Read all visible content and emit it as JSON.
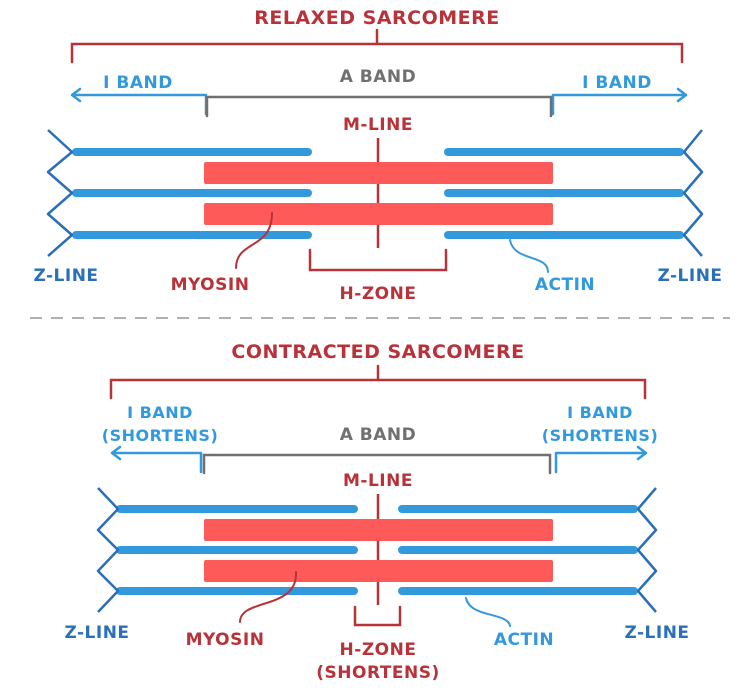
{
  "colors": {
    "title_red": "#b8323a",
    "myosin_red": "#ff5a5a",
    "actin_blue": "#3399dd",
    "zline_blue": "#2a6fb8",
    "a_band_gray": "#707070",
    "divider_gray": "#b0b0b0"
  },
  "relaxed": {
    "title": "RELAXED SARCOMERE",
    "i_band_left": "I BAND",
    "i_band_right": "I BAND",
    "a_band": "A BAND",
    "m_line": "M-LINE",
    "z_line_left": "Z-LINE",
    "z_line_right": "Z-LINE",
    "myosin": "MYOSIN",
    "h_zone": "H-ZONE",
    "actin": "ACTIN"
  },
  "contracted": {
    "title": "CONTRACTED SARCOMERE",
    "i_band_left_line1": "I BAND",
    "i_band_left_line2": "(SHORTENS)",
    "i_band_right_line1": "I BAND",
    "i_band_right_line2": "(SHORTENS)",
    "a_band": "A BAND",
    "m_line": "M-LINE",
    "z_line_left": "Z-LINE",
    "z_line_right": "Z-LINE",
    "myosin": "MYOSIN",
    "h_zone_line1": "H-ZONE",
    "h_zone_line2": "(SHORTENS)",
    "actin": "ACTIN"
  }
}
